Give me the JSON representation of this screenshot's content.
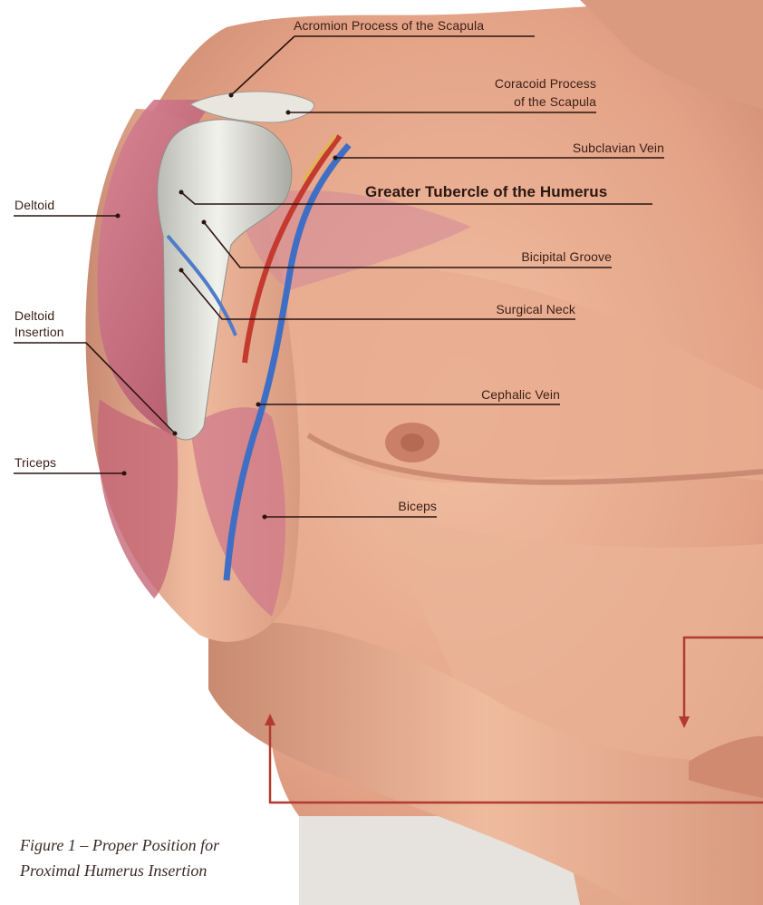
{
  "labels": {
    "acromion": "Acromion Process of the Scapula",
    "coracoid_line1": "Coracoid Process",
    "coracoid_line2": "of the Scapula",
    "subclavian": "Subclavian Vein",
    "greater_tubercle": "Greater Tubercle of the Humerus",
    "bicipital": "Bicipital Groove",
    "surgical_neck": "Surgical Neck",
    "cephalic": "Cephalic Vein",
    "biceps": "Biceps",
    "deltoid": "Deltoid",
    "deltoid_insertion_line1": "Deltoid",
    "deltoid_insertion_line2": "Insertion",
    "triceps": "Triceps"
  },
  "caption": {
    "line1": "Figure 1 – Proper Position for",
    "line2": "Proximal Humerus Insertion"
  },
  "colors": {
    "skin": "#e7a98c",
    "skin_shadow": "#c97f68",
    "muscle": "#c86a7a",
    "bone": "#dcdcd6",
    "vein": "#3f6fc4",
    "artery": "#c43a2f",
    "leader_line": "#2a1410",
    "guide_arrow": "#b23a2e"
  }
}
